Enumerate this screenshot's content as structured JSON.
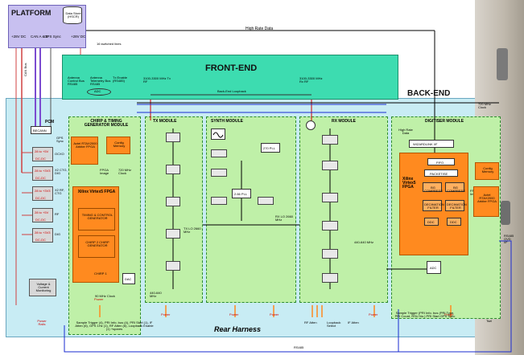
{
  "title_platform": "PLATFORM",
  "title_frontend": "FRONT-END",
  "title_backend": "BACK-END",
  "data_store": "Data Store (HSCR)",
  "high_rate_data_top": "High Rate Data",
  "switched_lines": "16 switched lines",
  "platform_left_labels": [
    "+28V DC",
    "CAN A & B",
    "GPS Sync",
    "+28V DC"
  ],
  "frontend_labels": [
    "Antenna Control Bus RS485",
    "Antenna Telemetry Bus RS485",
    "Tx Enable (RS485)",
    "3100-3300 MHz Tx RF",
    "3100-3300 MHz Rx RF"
  ],
  "backend_loopback": "Back-End Loopback",
  "adc_label": "ADC",
  "pcm": "PCM",
  "becann": "BECANN",
  "can_bus": "CAN Bus",
  "chirp_module": "CHIRP & TIMING GENERATOR MODULE",
  "actel_left": "Actel RTAX2000 Arbiter FPGA",
  "config_memory": "Config Memory",
  "fpga_image": "FPGA Image",
  "xilinx_left": "Xilinx Virtex5 FPGA",
  "timing_ctrl": "TIMING & CONTROL GENERATOR",
  "chirp_gen": "CHIRP 2 CHIRP GENERATOR",
  "chirp1": "CHIRP 1",
  "dac": "DAC",
  "ocxo": "OCXO",
  "dc_blocks": [
    {
      "v": "28 to +5V",
      "cap": "DC-DC",
      "lbl": "OCXO"
    },
    {
      "v": "28 to +3V3",
      "cap": "DC-DC",
      "lbl": "X2 CTG, DIG"
    },
    {
      "v": "28 to +3V3",
      "cap": "DC-DC",
      "lbl": "X2 RF, CTG"
    },
    {
      "v": "28 to +5V",
      "cap": "DC-DC",
      "lbl": "RF"
    },
    {
      "v": "28 to +3V3",
      "cap": "DC-DC",
      "lbl": "DIG"
    }
  ],
  "voltage_monitor": "Voltage & Current Monitoring",
  "power_rails": "Power Rails",
  "tx_module": "TX MODULE",
  "synth_module": "SYNTH MODULE",
  "rx_module": "RX MODULE",
  "digitiser_module": "DIGITISER MODULE",
  "high_rate_data": "High Rate Data",
  "wizard": "WIZARDLINK I/F",
  "xilinx_right": "Xilinx Virtex5 FPGA",
  "actel_right": "Actel RTAX2000 Arbiter FPGA",
  "config_memory_right": "Config Memory",
  "fpga_image_right": "FPGA Image",
  "fifo": "FIFO",
  "packetise": "PACKETISE",
  "bg_compress": "BG COMPRESS",
  "decimation_filter": "DECIMATION FILTER",
  "ddc": "DDC",
  "adc_right": "ADC",
  "clock_720": "720 MHz Clock",
  "clock_720_left": "720 MHz Clock",
  "clock_90": "90 MHz Clock",
  "freq_440": "440-640 MHz",
  "power": "Power",
  "rear_harness": "Rear Harness",
  "rs485": "RS485",
  "bottom_notes_left": "Sample Trigger (4), PRI Info. bus (4), PRI Start (1), IF Atten (6), GPS 1Hz (1), RF Atten (6), Loopback Enable (1) +spares",
  "rf_atten": "RF Atten",
  "loopback_select": "Loopback Select",
  "if_atten": "IF Atten",
  "bottom_notes_right": "Sample Trigger (PRI Info. bus (PRI Type, PRI Count, RSU No.) PRI Start GPS Sync",
  "tsel": "Tsel",
  "rs485_odd": "RS485 OVD I/F",
  "gps_sync": "GPS Sync",
  "tx_lo": "TX LO 2660 MHz",
  "rx_lo": "RX LO 2660 MHz",
  "pll_1": "2.66 PLL",
  "pll_2": "270 PLL",
  "colors": {
    "backend_bg": "#c8ecf4",
    "module_bg": "#bff0a8",
    "frontend_bg": "#3ddcb0",
    "platform_bg": "#c8c0f0",
    "orange": "#ff8a1f",
    "red": "#d00000",
    "blue": "#1a2bd0"
  }
}
